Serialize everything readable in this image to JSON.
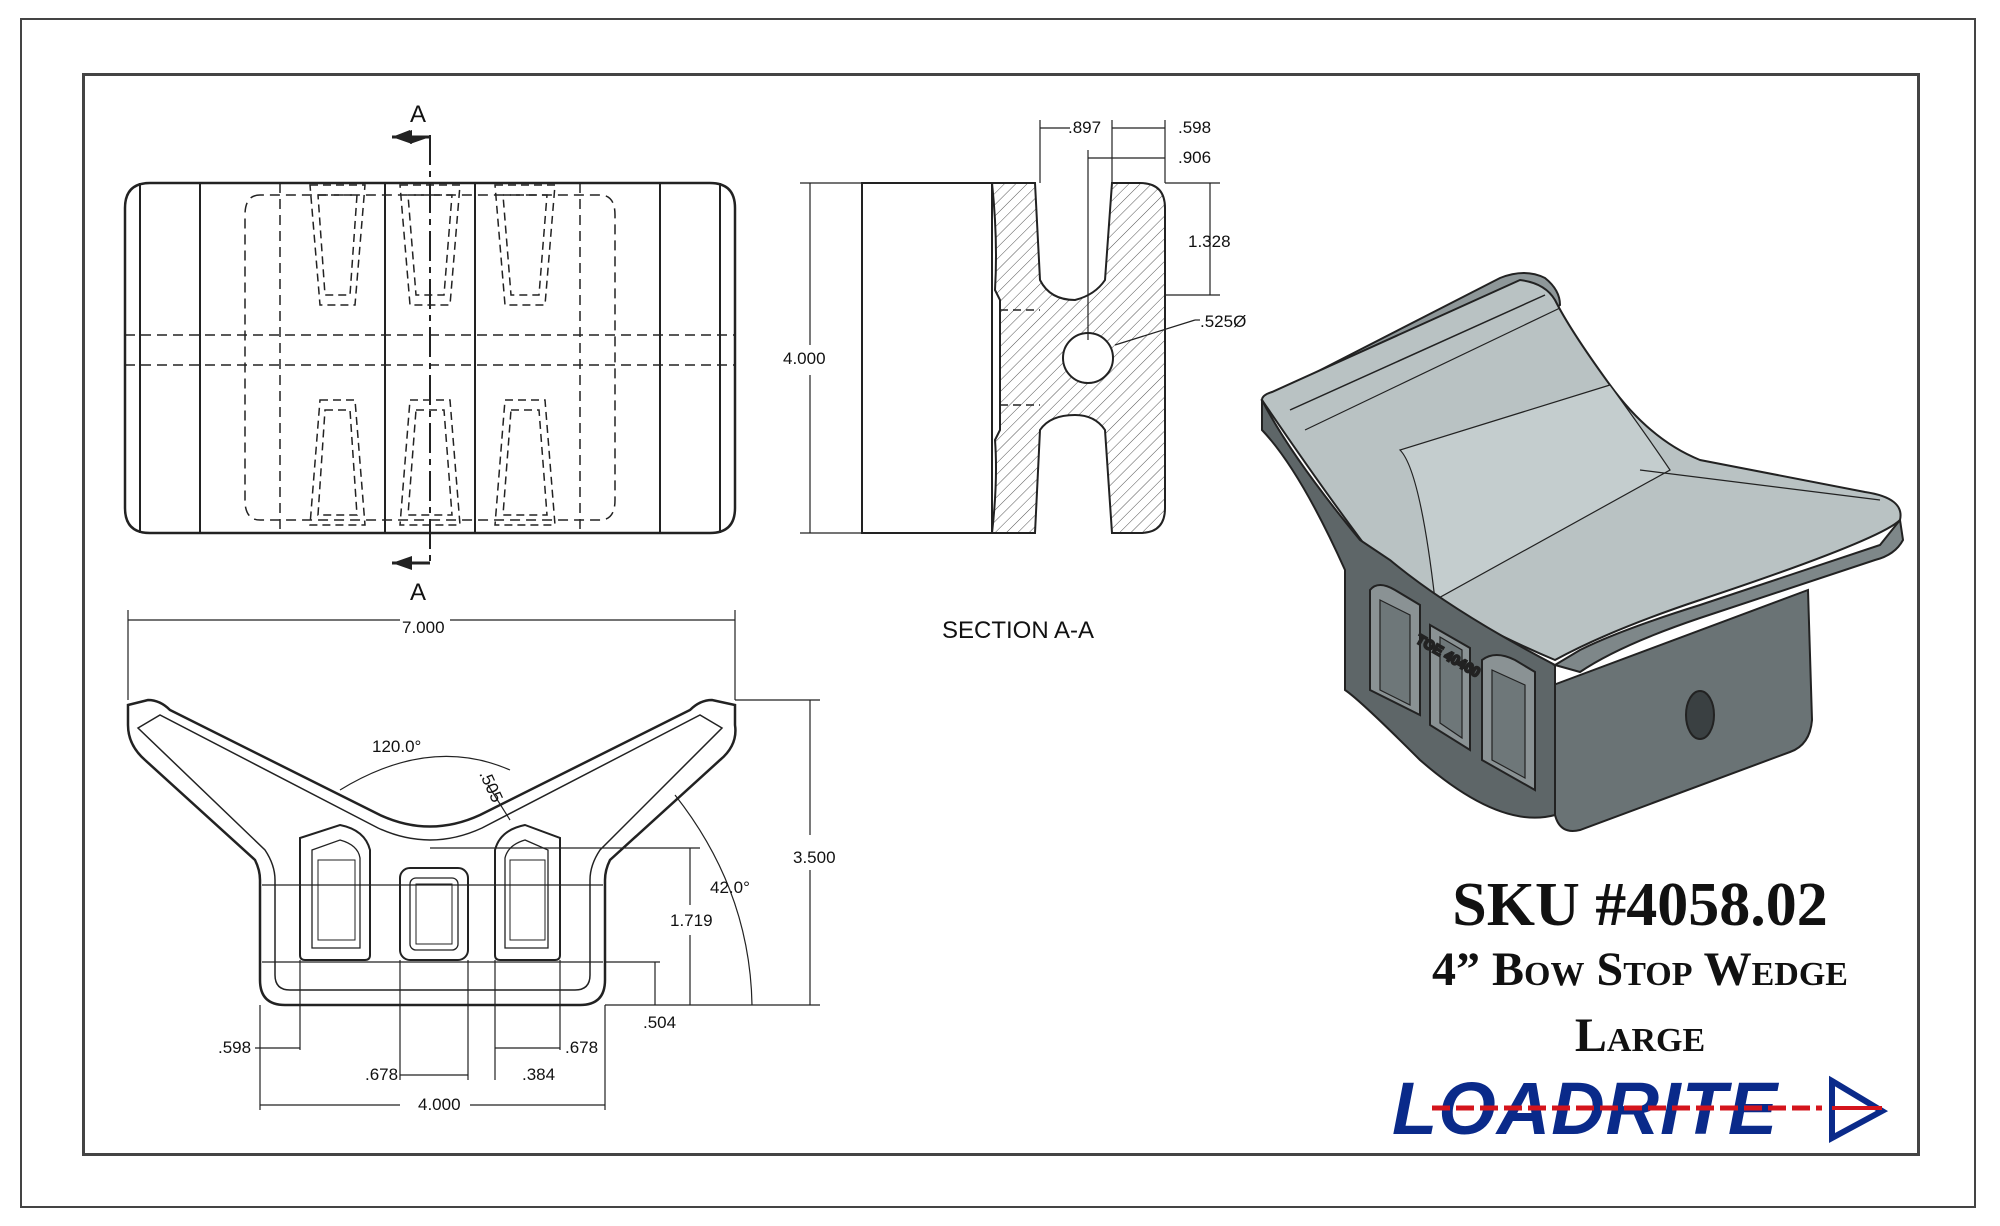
{
  "drawing": {
    "section_marks": {
      "top": "A",
      "bottom": "A"
    },
    "section_caption": "SECTION  A-A",
    "dims": {
      "d_897": ".897",
      "d_598_top": ".598",
      "d_906": ".906",
      "d_1328": "1.328",
      "d_525": ".525Ø",
      "d_4000_height": "4.000",
      "d_7000": "7.000",
      "d_3500": "3.500",
      "d_1719": "1.719",
      "d_504": ".504",
      "d_598_bottom": ".598",
      "d_678_left": ".678",
      "d_384": ".384",
      "d_678_right": ".678",
      "d_4000_width": "4.000",
      "angle_120": "120.0°",
      "d_505": ".505",
      "angle_42": "42.0°"
    },
    "part_engraving": "TOE 40400"
  },
  "title_block": {
    "sku": "SKU #4058.02",
    "product": "4” Bow Stop Wedge",
    "size": "Large",
    "brand": "LOADRITE"
  },
  "colors": {
    "logo_blue": "#0a2a8a",
    "logo_red": "#d4141c",
    "part_dark": "#5e6668",
    "part_light": "#b9c2c3",
    "part_mid": "#8e9799"
  }
}
